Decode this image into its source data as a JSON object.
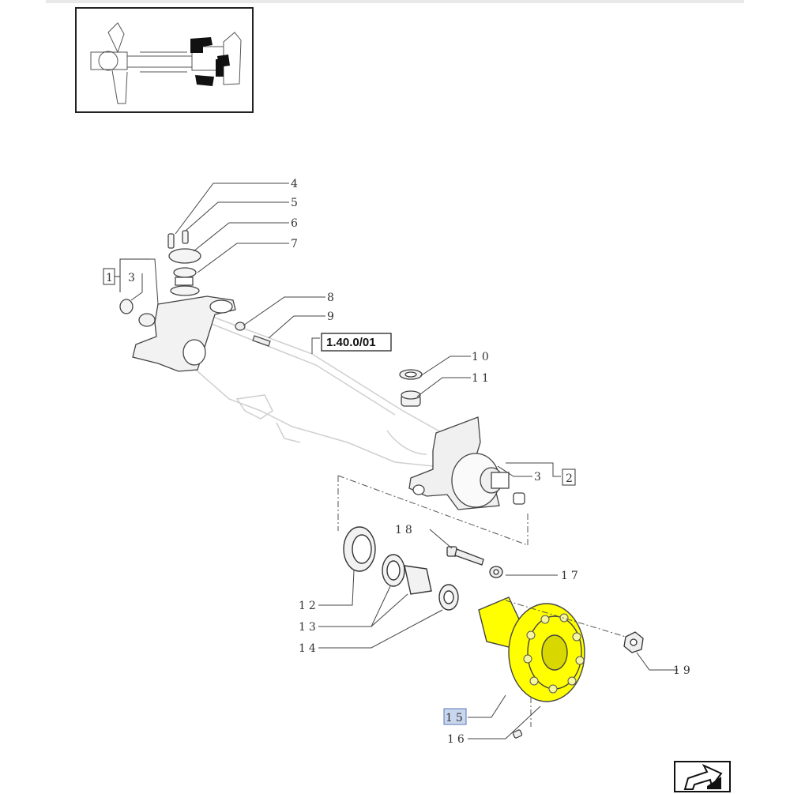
{
  "diagram": {
    "reference": "1.40.0/01",
    "callouts": {
      "c1": "1",
      "c2": "2",
      "c3a": "3",
      "c3b": "3",
      "c4": "4",
      "c5": "5",
      "c6": "6",
      "c7": "7",
      "c8": "8",
      "c9": "9",
      "c10": "10",
      "c11": "11",
      "c12": "12",
      "c13": "13",
      "c14": "14",
      "c15": "15",
      "c16": "16",
      "c17": "17",
      "c18": "18",
      "c19": "19"
    },
    "highlight_color": "#ffff00",
    "selected_label_bg": "#c8d6ee"
  },
  "icons": {
    "thumbnail": "axle-overview-thumbnail",
    "nav": "next-page-arrow-icon"
  }
}
